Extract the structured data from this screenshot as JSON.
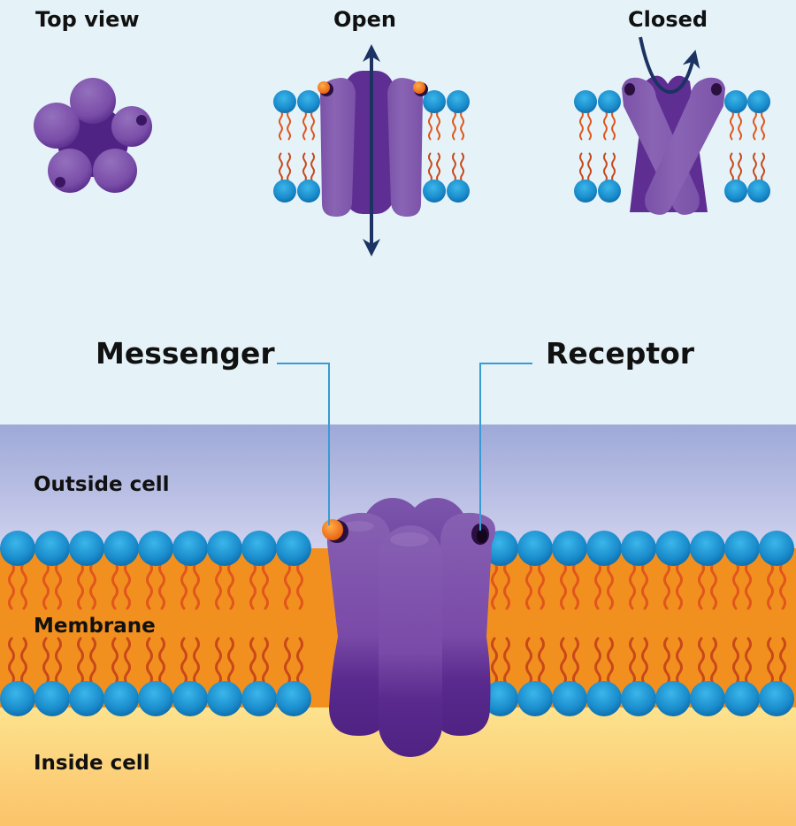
{
  "title_labels": {
    "top_view": "Top view",
    "open": "Open",
    "closed": "Closed"
  },
  "callouts": {
    "messenger": "Messenger",
    "receptor": "Receptor"
  },
  "regions": {
    "outside": "Outside cell",
    "membrane": "Membrane",
    "inside": "Inside cell"
  },
  "colors": {
    "background": "#e5f3f9",
    "outside_top": "#9ea9d8",
    "outside_bottom": "#cfd1ee",
    "membrane": "#f2901f",
    "inside_top": "#fde08a",
    "inside_bottom": "#fbc46a",
    "lipid_head": "#1e8fd0",
    "lipid_tail": "#e0561c",
    "protein_light": "#8a5fb0",
    "protein_dark": "#5a2d8c",
    "messenger": "#f07a1a",
    "arrow": "#1c3262",
    "leader_line": "#3a9ad3"
  }
}
